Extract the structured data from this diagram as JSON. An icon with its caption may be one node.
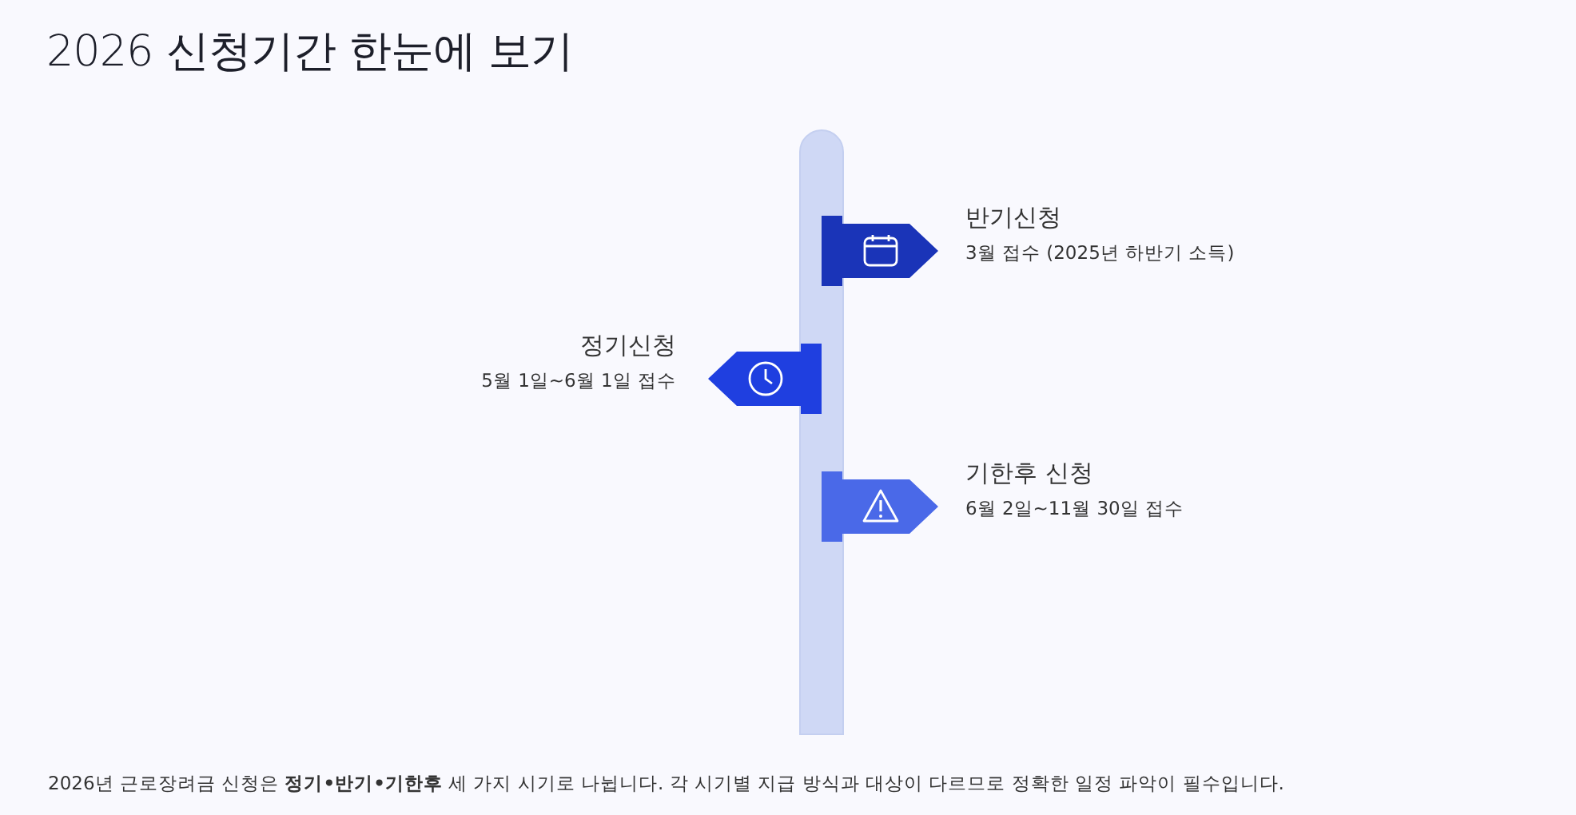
{
  "diagram": {
    "title": "2026 신청기간 한눈에 보기",
    "caption": "2026년 근로장려금 신청은 **정기•반기•기한후** 세 가지 시기로 나뉩니다. 각 시기별 지급 방식과 대상이 다르므로 정확한 일정 파악이 필수입니다.",
    "nodes": [
      {
        "text": [],
        "shape": "bar"
      },
      {
        "text": [
          "반기신청",
          "3월 접수 (2025년 하반기 소득)"
        ]
      },
      {
        "text": [
          "정기신청",
          "5월 1일~6월 1일 접수"
        ]
      },
      {
        "text": [
          "기한후 신청",
          "6월 2일~11월 30일 접수"
        ]
      }
    ]
  }
}
